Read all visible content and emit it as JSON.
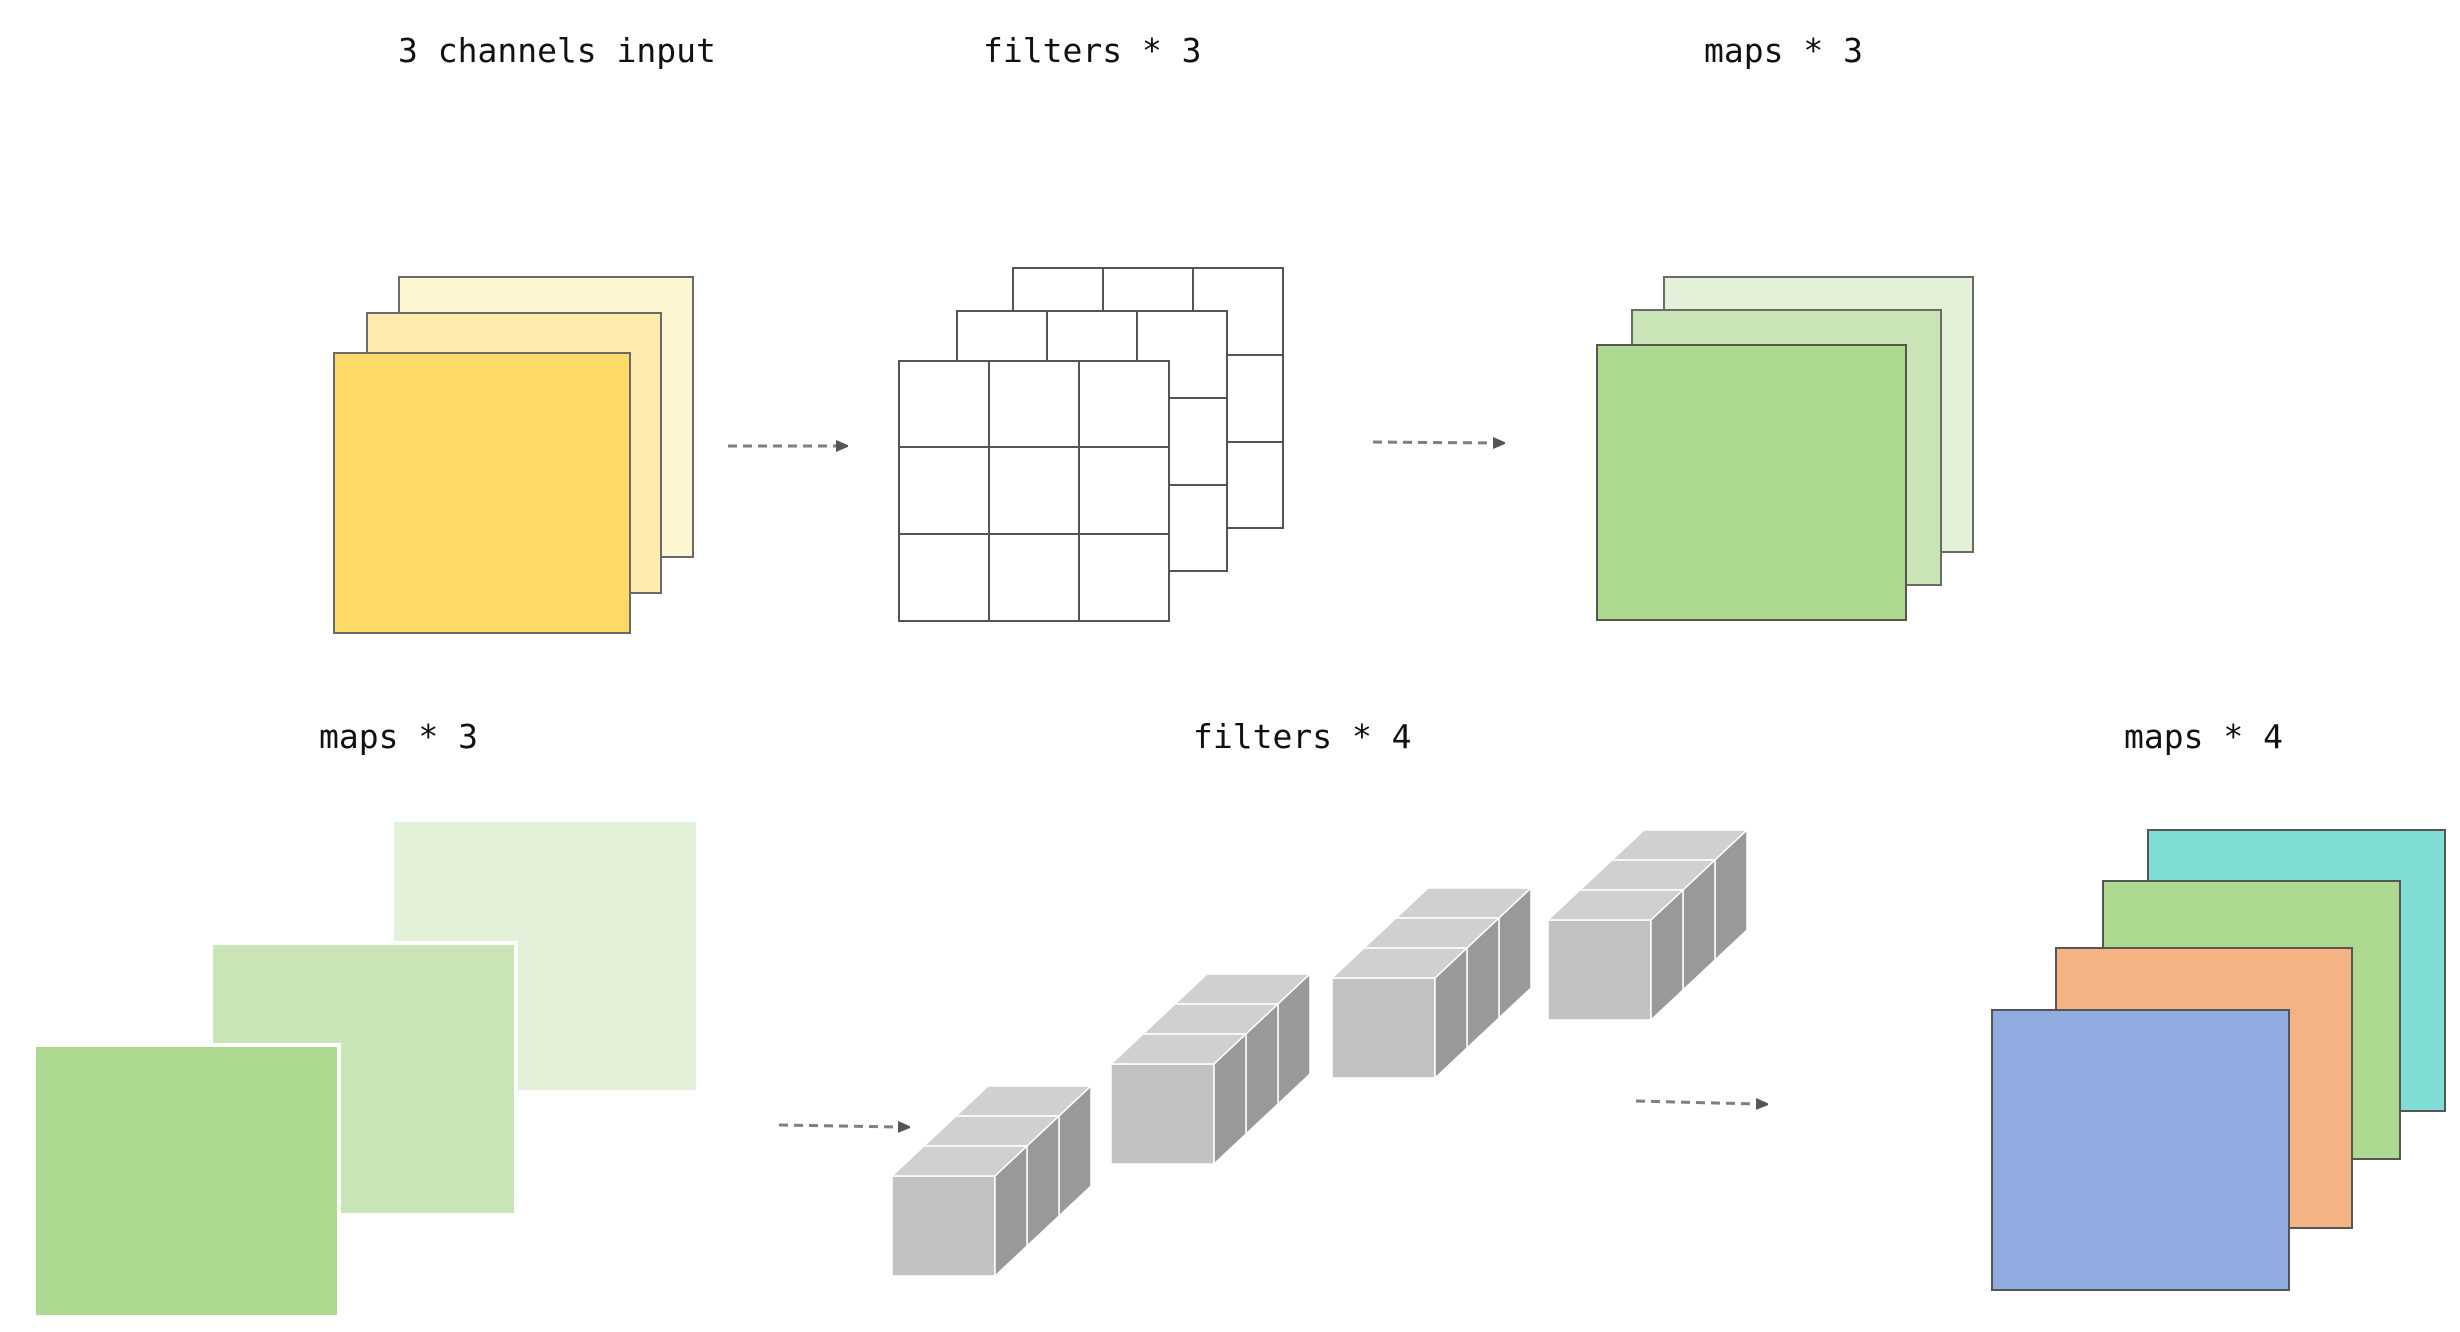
{
  "labels": {
    "row1_input": "3 channels input",
    "row1_filters": "filters * 3",
    "row1_maps": "maps * 3",
    "row2_maps": "maps * 3",
    "row2_filters": "filters * 4",
    "row2_output": "maps * 4"
  },
  "colors": {
    "yellow_front": "#FDDA66",
    "yellow_mid": "#FEEBAD",
    "yellow_back": "#FEF5D3",
    "green_front": "#ADD88F",
    "green_mid": "#C9E4B5",
    "green_back": "#E4F1D9",
    "cube_front": "#C2C2C2",
    "cube_top": "#D0D0D0",
    "cube_side": "#999999",
    "cyan": "#7FDDD3",
    "orange": "#F5B283",
    "blue": "#8FABE0",
    "arrow": "#7F7F7F"
  }
}
